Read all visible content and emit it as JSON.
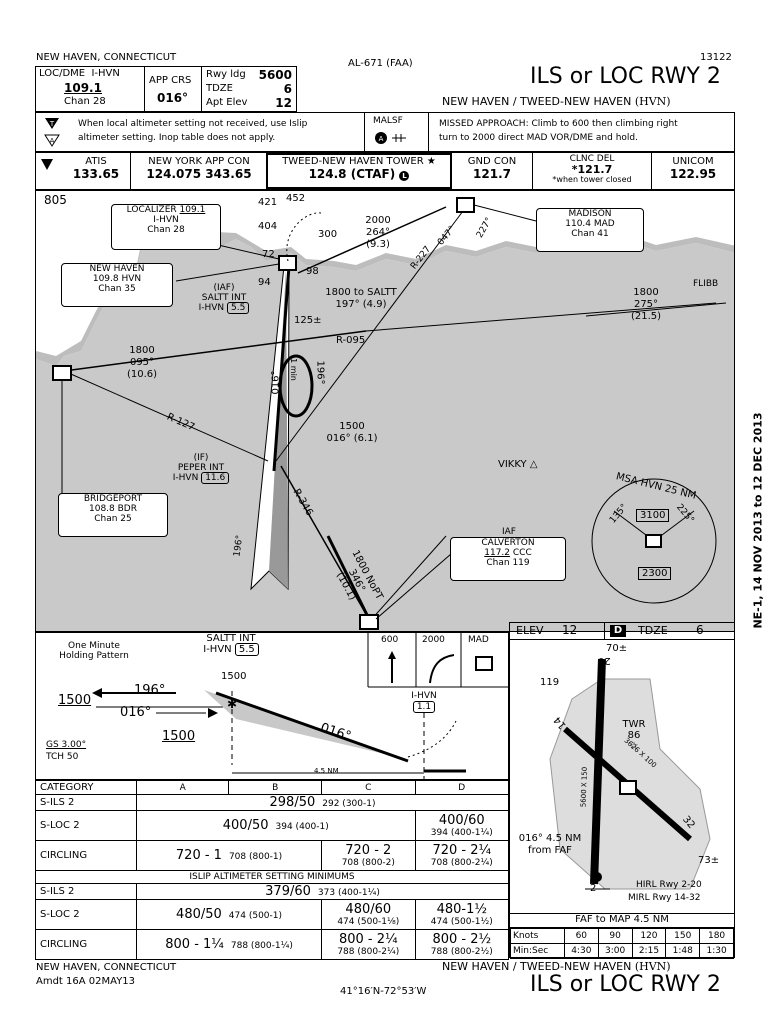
{
  "header": {
    "city": "NEW HAVEN, CONNECTICUT",
    "volume": "AL-671 (FAA)",
    "proc_id": "13122",
    "title": "ILS or LOC RWY 2",
    "airport": "NEW HAVEN / TWEED-NEW HAVEN",
    "airport_id": "(HVN)"
  },
  "briefing": {
    "loc_dme_label": "LOC/DME",
    "ident": "I-HVN",
    "freq": "109.1",
    "chan": "Chan 28",
    "app_crs_label": "APP CRS",
    "app_crs": "016°",
    "rwy_ldg_label": "Rwy ldg",
    "rwy_ldg": "5600",
    "tdze_label": "TDZE",
    "tdze": "6",
    "apt_elev_label": "Apt Elev",
    "apt_elev": "12",
    "note_line1": "When local altimeter setting not received, use Islip",
    "note_line2": "altimeter setting.  Inop table does not apply.",
    "malsf": "MALSF",
    "missed_line1": "MISSED APPROACH:  Climb to 600 then climbing right",
    "missed_line2": "turn to 2000 direct MAD VOR/DME and hold."
  },
  "comms": [
    {
      "label": "ATIS",
      "value": "133.65"
    },
    {
      "label": "NEW YORK APP CON",
      "value": "124.075  343.65"
    },
    {
      "label": "TWEED-NEW HAVEN TOWER ★",
      "value": "124.8 (CTAF)"
    },
    {
      "label": "GND CON",
      "value": "121.7"
    },
    {
      "label": "CLNC DEL",
      "value": "*121.7",
      "note": "*when tower closed"
    },
    {
      "label": "UNICOM",
      "value": "122.95"
    }
  ],
  "side_text": "NE-1, 14 NOV 2013 to 12 DEC 2013",
  "plan": {
    "localizer_box": {
      "title": "LOCALIZER",
      "freq": "109.1",
      "ident": "I-HVN",
      "chan": "Chan 28"
    },
    "newhaven_box": {
      "title": "NEW HAVEN",
      "line": "109.8  HVN",
      "chan": "Chan 35"
    },
    "madison_box": {
      "title": "MADISON",
      "line": "110.4  MAD",
      "chan": "Chan 41"
    },
    "bridgeport_box": {
      "title": "BRIDGEPORT",
      "line": "108.8  BDR",
      "chan": "Chan 25"
    },
    "calverton_box": {
      "pre": "IAF",
      "title": "CALVERTON",
      "freq": "117.2",
      "ident": "CCC",
      "chan": "Chan 119"
    },
    "iaf_saltt": {
      "l1": "(IAF)",
      "l2": "SALTT INT",
      "l3": "I-HVN",
      "dme": "5.5"
    },
    "if_peper": {
      "l1": "(IF)",
      "l2": "PEPER INT",
      "l3": "I-HVN",
      "dme": "11.6"
    },
    "elev_805": "805",
    "elev_421": "421",
    "elev_452": "452",
    "elev_404": "404",
    "elev_300": "300",
    "elev_72": "72",
    "elev_98": "98",
    "elev_94": "94",
    "elev_125": "125±",
    "leg_mad": {
      "alt": "2000",
      "crs": "264°",
      "dist": "(9.3)"
    },
    "r047": "047°",
    "r227": "227°",
    "r227b": "R-227",
    "leg_saltt": {
      "alt": "1800 to SALTT",
      "crs": "197° (4.9)"
    },
    "leg_flibb": {
      "alt": "1800",
      "crs": "275°",
      "dist": "(21.5)"
    },
    "flibb": "FLIBB",
    "r095": "R-095",
    "leg_bdr": {
      "alt": "1800",
      "crs": "095°",
      "dist": "(10.6)"
    },
    "r127": "R-127",
    "leg_if": {
      "alt": "1500",
      "crs": "016°  (6.1)"
    },
    "hold_in": "016°",
    "hold_out": "196°",
    "hold_min": "1 min",
    "r346": "R-346",
    "nopt": {
      "alt": "1800 NoPT",
      "crs": "346°",
      "dist": "(10.1)"
    },
    "loc196": "196°",
    "vikky": "VIKKY",
    "msa": {
      "title": "MSA HVN 25 NM",
      "b1": "135°",
      "b2": "225°",
      "alt1": "3100",
      "alt2": "2300"
    }
  },
  "profile": {
    "holding_l1": "One Minute",
    "holding_l2": "Holding Pattern",
    "saltt": "SALTT INT",
    "saltt_ident": "I-HVN",
    "saltt_dme": "5.5",
    "alt_1500_top": "1500",
    "out_crs": "196°",
    "in_crs": "016°",
    "hold_alt": "1500",
    "loc_crs": "016°",
    "gs_alt": "1500",
    "gs": "GS 3.00°",
    "tch": "TCH 50",
    "ihvn": "I-HVN",
    "ihvn_dme": "1.1",
    "dist": "4.5 NM",
    "ma_600": "600",
    "ma_2000": "2000",
    "ma_mad": "MAD"
  },
  "minimums": {
    "cat_header": "CATEGORY",
    "cats": [
      "A",
      "B",
      "C",
      "D"
    ],
    "sils_label": "S-ILS 2",
    "sils_main": "298/50",
    "sils_sub": "292 (300-1)",
    "sloc_label": "S-LOC 2",
    "sloc_ab_main": "400/50",
    "sloc_ab_sub": "394 (400-1)",
    "sloc_d_main": "400/60",
    "sloc_d_sub": "394 (400-1¼)",
    "circ_label": "CIRCLING",
    "circ_ab_main": "720 - 1",
    "circ_ab_sub": "708 (800-1)",
    "circ_c_main": "720 - 2",
    "circ_c_sub": "708 (800-2)",
    "circ_d_main": "720 - 2¼",
    "circ_d_sub": "708 (800-2¼)",
    "islip_header": "ISLIP ALTIMETER SETTING MINIMUMS",
    "i_sils_main": "379/60",
    "i_sils_sub": "373 (400-1¼)",
    "i_sloc_ab_main": "480/50",
    "i_sloc_ab_sub": "474 (500-1)",
    "i_sloc_c_main": "480/60",
    "i_sloc_c_sub": "474 (500-1⅛)",
    "i_sloc_d_main": "480-1½",
    "i_sloc_d_sub": "474 (500-1½)",
    "i_circ_ab_main": "800 - 1¼",
    "i_circ_ab_sub": "788 (800-1¼)",
    "i_circ_c_main": "800 - 2¼",
    "i_circ_c_sub": "788 (800-2¼)",
    "i_circ_d_main": "800 - 2½",
    "i_circ_d_sub": "788 (800-2½)"
  },
  "airport_diagram": {
    "elev_label": "ELEV",
    "elev": "12",
    "d_icon": "D",
    "tdze_label": "TDZE",
    "tdze": "6",
    "obs70": "70±",
    "obs119": "119",
    "rwy20": "20",
    "rwy14": "14",
    "rwy32": "32",
    "rwy2": "2",
    "twr": "TWR",
    "twr_elev": "86",
    "dim1": "5600 X 150",
    "dim2": "3626 X 100",
    "faf_l1": "016° 4.5 NM",
    "faf_l2": "from FAF",
    "obs73": "73±",
    "hirl": "HIRL Rwy 2-20",
    "mirl": "MIRL Rwy 14-32"
  },
  "timing": {
    "title": "FAF to MAP  4.5 NM",
    "knots_label": "Knots",
    "knots": [
      "60",
      "90",
      "120",
      "150",
      "180"
    ],
    "minsec_label": "Min:Sec",
    "times": [
      "4:30",
      "3:00",
      "2:15",
      "1:48",
      "1:30"
    ]
  },
  "footer": {
    "city": "NEW HAVEN, CONNECTICUT",
    "amdt": "Amdt 16A  02MAY13",
    "coords": "41°16′N-72°53′W",
    "airport": "NEW HAVEN / TWEED-NEW HAVEN",
    "airport_id": "(HVN)",
    "title": "ILS or LOC RWY 2"
  }
}
